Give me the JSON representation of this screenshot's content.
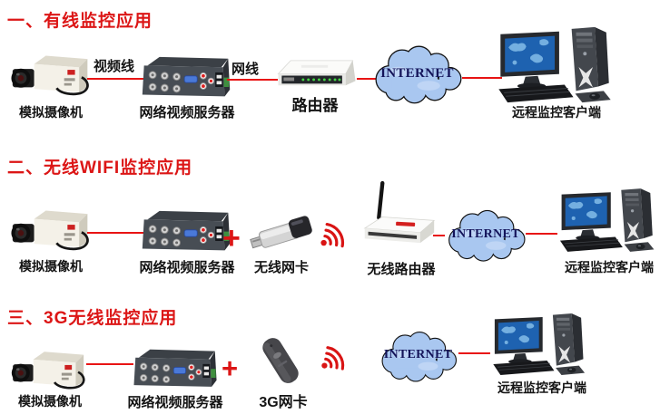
{
  "colors": {
    "accent_red": "#e81414",
    "title_red": "#dc1616",
    "cloud_fill": "#a9c7f0",
    "cloud_stroke": "#111111",
    "cloud_text_color": "#14145a"
  },
  "icons": {
    "analog_camera": "analog-camera-icon",
    "video_server": "video-server-icon",
    "router": "router-icon",
    "internet_cloud": "internet-cloud-icon",
    "client_computer": "client-computer-icon",
    "wifi_dongle": "wifi-dongle-icon",
    "wireless_router": "wireless-router-icon",
    "dongle_3g": "3g-dongle-icon",
    "wifi_signal": "wifi-signal-icon",
    "plus_connector": "plus-connector"
  },
  "row1": {
    "title": "一、有线监控应用",
    "camera_label": "模拟摄像机",
    "cable1_label": "视频线",
    "server_label": "网络视频服务器",
    "cable2_label": "网线",
    "router_label": "路由器",
    "cloud_label": "INTERNET",
    "client_label": "远程监控客户端"
  },
  "row2": {
    "title": "二、无线WIFI监控应用",
    "camera_label": "模拟摄像机",
    "server_label": "网络视频服务器",
    "plus": "+",
    "dongle_label": "无线网卡",
    "wrouter_label": "无线路由器",
    "cloud_label": "INTERNET",
    "client_label": "远程监控客户端"
  },
  "row3": {
    "title": "三、3G无线监控应用",
    "camera_label": "模拟摄像机",
    "server_label": "网络视频服务器",
    "plus": "+",
    "dongle_label": "3G网卡",
    "cloud_label": "INTERNET",
    "client_label": "远程监控客户端"
  }
}
